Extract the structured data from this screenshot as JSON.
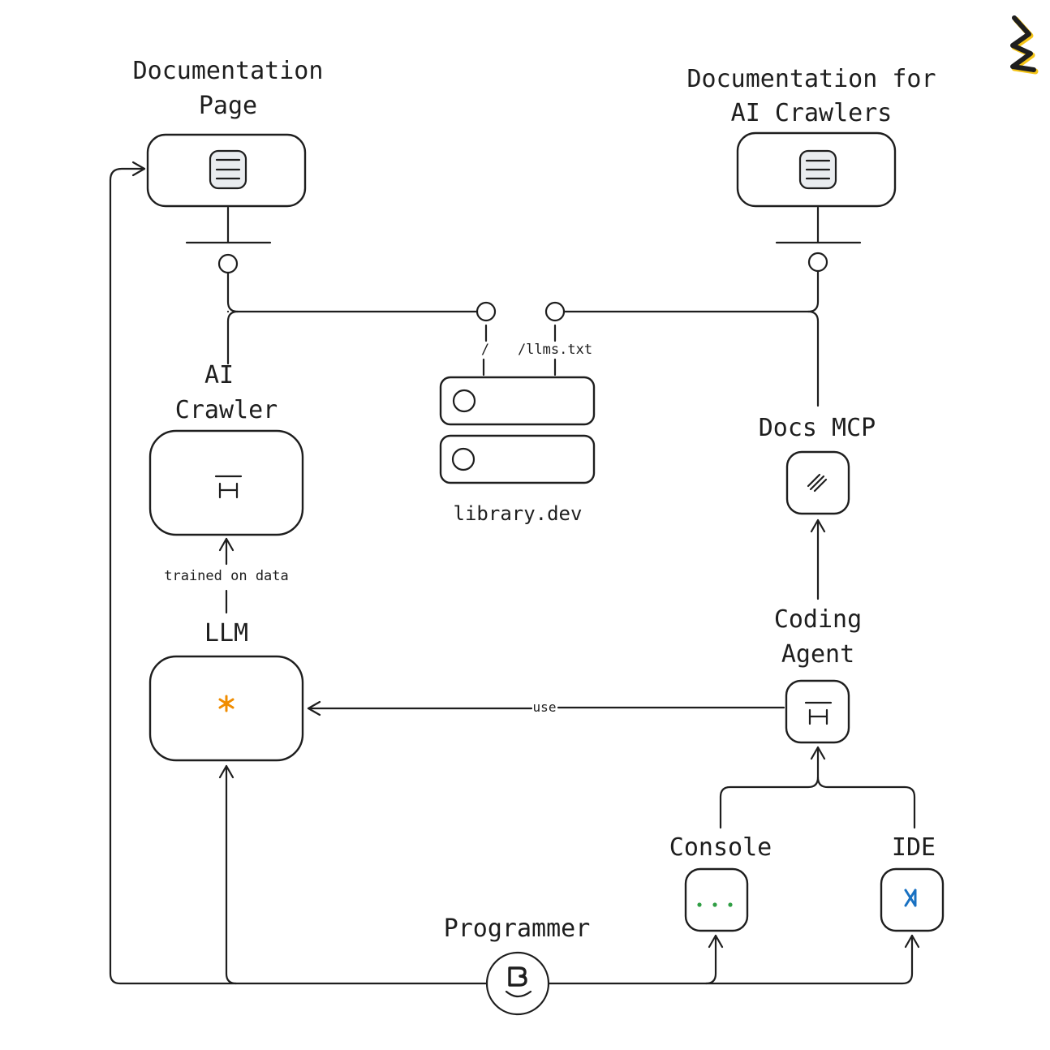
{
  "title": "Documentation for AI architecture diagram",
  "logo": {
    "icon": "zigzag-logo-icon",
    "colors": [
      "#1e1e1e",
      "#f5c518"
    ]
  },
  "nodes": {
    "doc_page": {
      "label_line1": "Documentation",
      "label_line2": "Page",
      "icon": "document-list-icon"
    },
    "doc_ai": {
      "label_line1": "Documentation for",
      "label_line2": "AI Crawlers",
      "icon": "document-list-icon"
    },
    "ai_crawler": {
      "label_line1": "AI",
      "label_line2": "Crawler",
      "icon": "cursor-i-beam-icon"
    },
    "llm": {
      "label": "LLM",
      "icon": "asterisk-icon",
      "icon_color": "#f08c00"
    },
    "server": {
      "label": "library.dev",
      "icon": "server-stack-icon"
    },
    "docs_mcp": {
      "label": "Docs MCP",
      "icon": "mcp-logo-icon"
    },
    "coding_agent": {
      "label_line1": "Coding",
      "label_line2": "Agent",
      "icon": "cursor-i-beam-icon"
    },
    "console": {
      "label": "Console",
      "icon": "ellipsis-icon",
      "icon_color": "#2f9e44"
    },
    "ide": {
      "label": "IDE",
      "icon": "vscode-icon",
      "icon_color": "#1971c2"
    },
    "programmer": {
      "label": "Programmer",
      "icon": "cool-face-icon"
    }
  },
  "edges": {
    "root_path": "/",
    "llms_path": "/llms.txt",
    "trained": "trained on data",
    "use": "use"
  }
}
